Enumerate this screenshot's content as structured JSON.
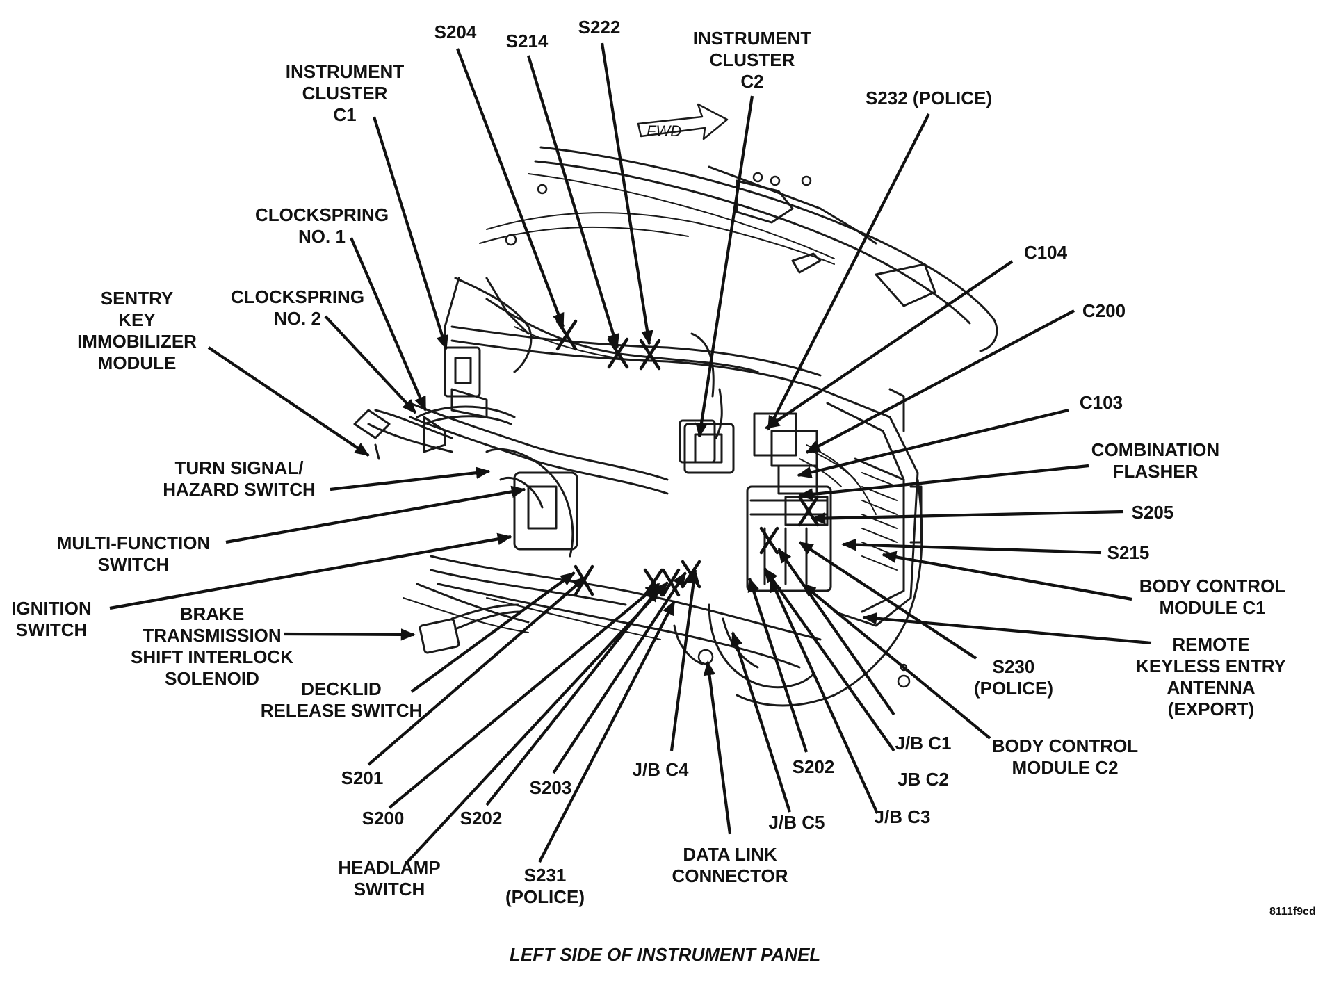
{
  "caption": "LEFT SIDE OF INSTRUMENT PANEL",
  "figure_code": "8111f9cd",
  "fwd_label": "FWD",
  "labels": {
    "s204": [
      "S204"
    ],
    "s214": [
      "S214"
    ],
    "s222": [
      "S222"
    ],
    "ic_c2": [
      "INSTRUMENT",
      "CLUSTER",
      "C2"
    ],
    "ic_c1": [
      "INSTRUMENT",
      "CLUSTER",
      "C1"
    ],
    "s232": [
      "S232 (POLICE)"
    ],
    "clockspring1": [
      "CLOCKSPRING",
      "NO. 1"
    ],
    "clockspring2": [
      "CLOCKSPRING",
      "NO. 2"
    ],
    "sentry": [
      "SENTRY",
      "KEY",
      "IMMOBILIZER",
      "MODULE"
    ],
    "c104": [
      "C104"
    ],
    "c200": [
      "C200"
    ],
    "c103": [
      "C103"
    ],
    "combo_flasher": [
      "COMBINATION",
      "FLASHER"
    ],
    "turn_signal": [
      "TURN SIGNAL/",
      "HAZARD SWITCH"
    ],
    "s205": [
      "S205"
    ],
    "s215": [
      "S215"
    ],
    "multi_function": [
      "MULTI-FUNCTION",
      "SWITCH"
    ],
    "bcm_c1": [
      "BODY CONTROL",
      "MODULE C1"
    ],
    "ignition": [
      "IGNITION",
      "SWITCH"
    ],
    "brake_interlock": [
      "BRAKE",
      "TRANSMISSION",
      "SHIFT INTERLOCK",
      "SOLENOID"
    ],
    "rke_antenna": [
      "REMOTE",
      "KEYLESS ENTRY",
      "ANTENNA",
      "(EXPORT)"
    ],
    "s230": [
      "S230",
      "(POLICE)"
    ],
    "decklid": [
      "DECKLID",
      "RELEASE SWITCH"
    ],
    "bcm_c2": [
      "BODY CONTROL",
      "MODULE C2"
    ],
    "jb_c1": [
      "J/B C1"
    ],
    "jb_c2": [
      "JB C2"
    ],
    "s201": [
      "S201"
    ],
    "jb_c4": [
      "J/B C4"
    ],
    "s202_right": [
      "S202"
    ],
    "s203": [
      "S203"
    ],
    "s200": [
      "S200"
    ],
    "s202_left": [
      "S202"
    ],
    "jb_c3": [
      "J/B C3"
    ],
    "jb_c5": [
      "J/B C5"
    ],
    "data_link": [
      "DATA LINK",
      "CONNECTOR"
    ],
    "headlamp": [
      "HEADLAMP",
      "SWITCH"
    ],
    "s231": [
      "S231",
      "(POLICE)"
    ]
  }
}
